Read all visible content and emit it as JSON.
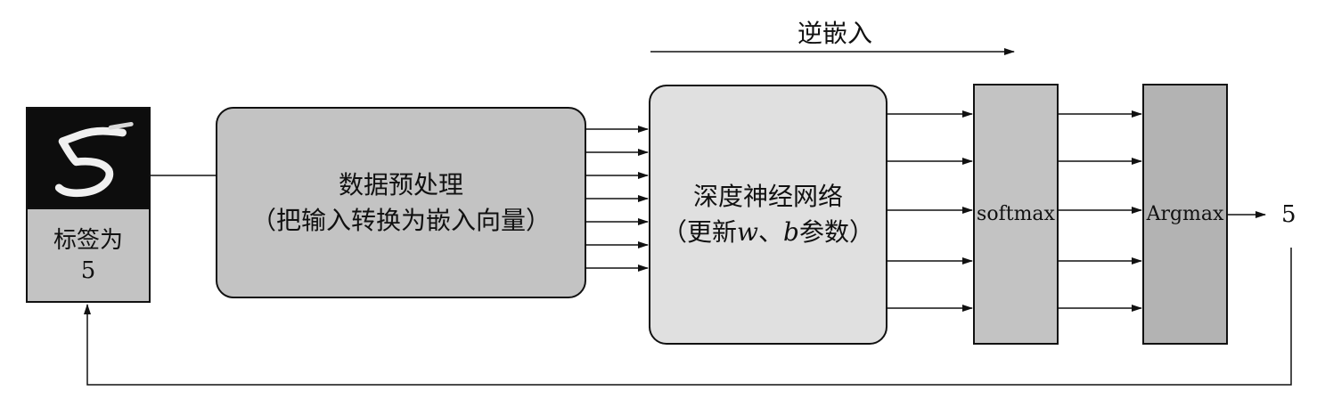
{
  "diagram": {
    "top_label": "逆嵌入",
    "input_image": {
      "content": "handwritten digit 5"
    },
    "label_box": {
      "line1": "标签为",
      "line2": "5"
    },
    "preprocess": {
      "line1": "数据预处理",
      "line2": "（把输入转换为嵌入向量）"
    },
    "dnn": {
      "line1": "深度神经网络",
      "line2_prefix": "（更新",
      "w": "w",
      "sep": "、",
      "b": "b",
      "line2_suffix": "参数）"
    },
    "softmax": "softmax",
    "argmax": "Argmax",
    "output": "5"
  }
}
